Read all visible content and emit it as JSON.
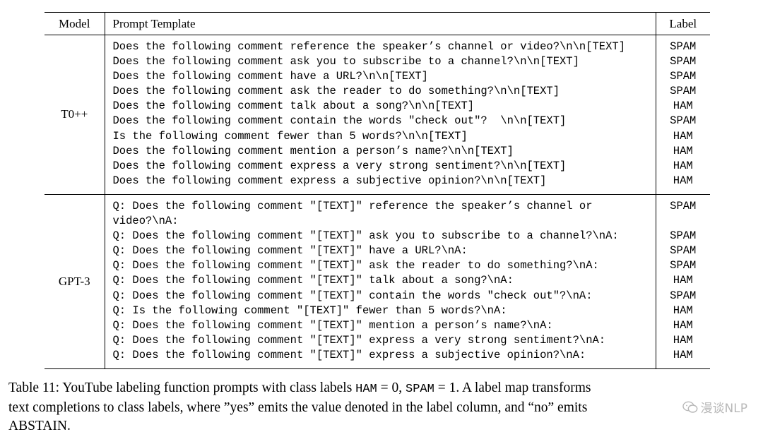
{
  "table": {
    "headers": {
      "model": "Model",
      "prompt": "Prompt Template",
      "label": "Label"
    },
    "groups": [
      {
        "model": "T0++",
        "rows": [
          {
            "prompt": "Does the following comment reference the speaker’s channel or video?\\n\\n[TEXT]",
            "label": "SPAM"
          },
          {
            "prompt": "Does the following comment ask you to subscribe to a channel?\\n\\n[TEXT]",
            "label": "SPAM"
          },
          {
            "prompt": "Does the following comment have a URL?\\n\\n[TEXT]",
            "label": "SPAM"
          },
          {
            "prompt": "Does the following comment ask the reader to do something?\\n\\n[TEXT]",
            "label": "SPAM"
          },
          {
            "prompt": "Does the following comment talk about a song?\\n\\n[TEXT]",
            "label": "HAM"
          },
          {
            "prompt": "Does the following comment contain the words \"check out\"?  \\n\\n[TEXT]",
            "label": "SPAM"
          },
          {
            "prompt": "Is the following comment fewer than 5 words?\\n\\n[TEXT]",
            "label": "HAM"
          },
          {
            "prompt": "Does the following comment mention a person’s name?\\n\\n[TEXT]",
            "label": "HAM"
          },
          {
            "prompt": "Does the following comment express a very strong sentiment?\\n\\n[TEXT]",
            "label": "HAM"
          },
          {
            "prompt": "Does the following comment express a subjective opinion?\\n\\n[TEXT]",
            "label": "HAM"
          }
        ]
      },
      {
        "model": "GPT-3",
        "rows": [
          {
            "prompt": "Q: Does the following comment \"[TEXT]\" reference the speaker’s channel or",
            "label": "SPAM"
          },
          {
            "prompt": "video?\\nA:",
            "label": ""
          },
          {
            "prompt": "Q: Does the following comment \"[TEXT]\" ask you to subscribe to a channel?\\nA:",
            "label": "SPAM"
          },
          {
            "prompt": "Q: Does the following comment \"[TEXT]\" have a URL?\\nA:",
            "label": "SPAM"
          },
          {
            "prompt": "Q: Does the following comment \"[TEXT]\" ask the reader to do something?\\nA:",
            "label": "SPAM"
          },
          {
            "prompt": "Q: Does the following comment \"[TEXT]\" talk about a song?\\nA:",
            "label": "HAM"
          },
          {
            "prompt": "Q: Does the following comment \"[TEXT]\" contain the words \"check out\"?\\nA:",
            "label": "SPAM"
          },
          {
            "prompt": "Q: Is the following comment \"[TEXT]\" fewer than 5 words?\\nA:",
            "label": "HAM"
          },
          {
            "prompt": "Q: Does the following comment \"[TEXT]\" mention a person’s name?\\nA:",
            "label": "HAM"
          },
          {
            "prompt": "Q: Does the following comment \"[TEXT]\" express a very strong sentiment?\\nA:",
            "label": "HAM"
          },
          {
            "prompt": "Q: Does the following comment \"[TEXT]\" express a subjective opinion?\\nA:",
            "label": "HAM"
          }
        ]
      }
    ]
  },
  "caption": {
    "line1_a": "Table 11: YouTube labeling function prompts with class labels ",
    "ham_code": "HAM",
    "eq0": " = 0, ",
    "spam_code": "SPAM",
    "eq1": " = 1. A label map transforms",
    "line2": "text completions to class labels, where ”yes” emits the value denoted in the label column, and “no” emits",
    "line3": "ABSTAIN."
  },
  "watermark": {
    "text": "漫谈NLP",
    "icon": "wechat-icon"
  }
}
